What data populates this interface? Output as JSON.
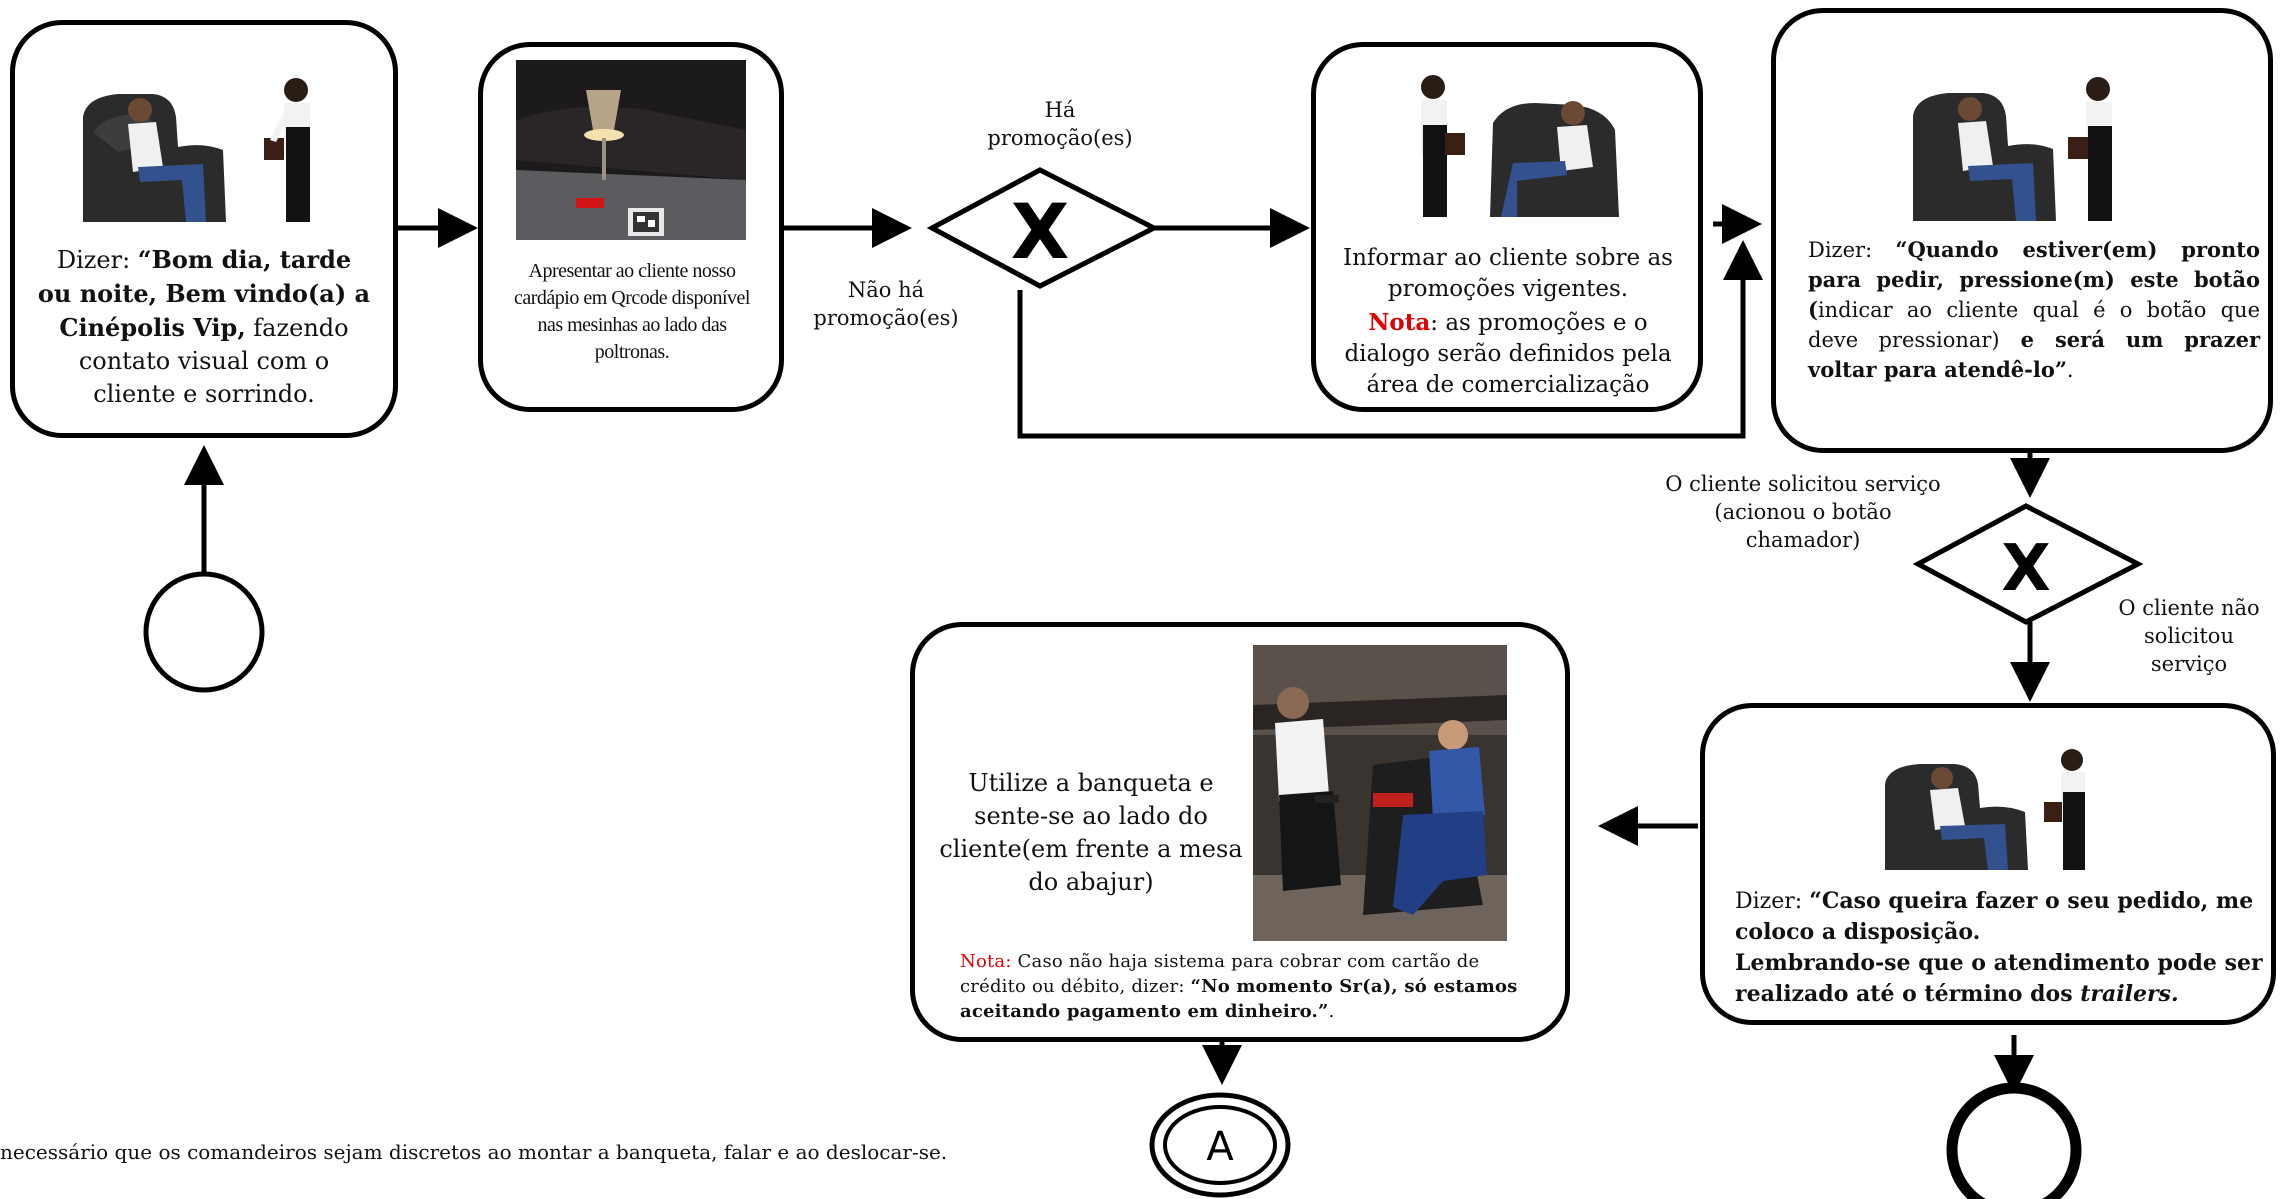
{
  "box1": {
    "pre": "Dizer: ",
    "bold": "“Bom dia, tarde ou noite, Bem vindo(a) a Cinépolis Vip,",
    "post": " fazendo contato visual com o cliente e sorrindo."
  },
  "box2": {
    "text": "Apresentar ao cliente nosso cardápio em Qrcode disponível nas mesinhas ao lado das poltronas."
  },
  "gateway1": {
    "symbol": "X",
    "label_yes": "Há promoção(es)",
    "label_no": "Não há promoção(es)"
  },
  "box3": {
    "text": "Informar ao cliente sobre as promoções vigentes.",
    "note_label": "Nota",
    "note_text": ": as promoções e o dialogo serão definidos pela área de comercialização"
  },
  "box4": {
    "pre": "Dizer: ",
    "bold1": "“Quando estiver(em) pronto para pedir, pressione(m) este botão (",
    "normal": "indicar ao cliente qual é o botão que deve pressionar)",
    "bold2": " e será um prazer voltar para atendê-lo”",
    "end": "."
  },
  "gateway2": {
    "symbol": "X",
    "label_yes": "O cliente solicitou serviço (acionou o botão chamador)",
    "label_no": "O cliente não solicitou serviço"
  },
  "box5": {
    "pre": "Dizer: ",
    "bold1": "“Caso queira fazer o seu pedido, me coloco a disposição.",
    "bold2": "Lembrando-se que o atendimento pode ser realizado até o término dos ",
    "italic": "trailers."
  },
  "box6": {
    "text": "Utilize a banqueta e sente-se ao lado do cliente(em frente a mesa do abajur)",
    "note_label": "Nota:",
    "note_text": " Caso não haja sistema para cobrar com cartão de crédito ou débito, dizer: ",
    "note_bold": "“No momento Sr(a), só estamos aceitando pagamento em dinheiro.”",
    "note_end": "."
  },
  "connector": {
    "label": "A"
  },
  "footnote": "necessário que os comandeiros sejam discretos ao montar a banqueta, falar e ao deslocar-se."
}
